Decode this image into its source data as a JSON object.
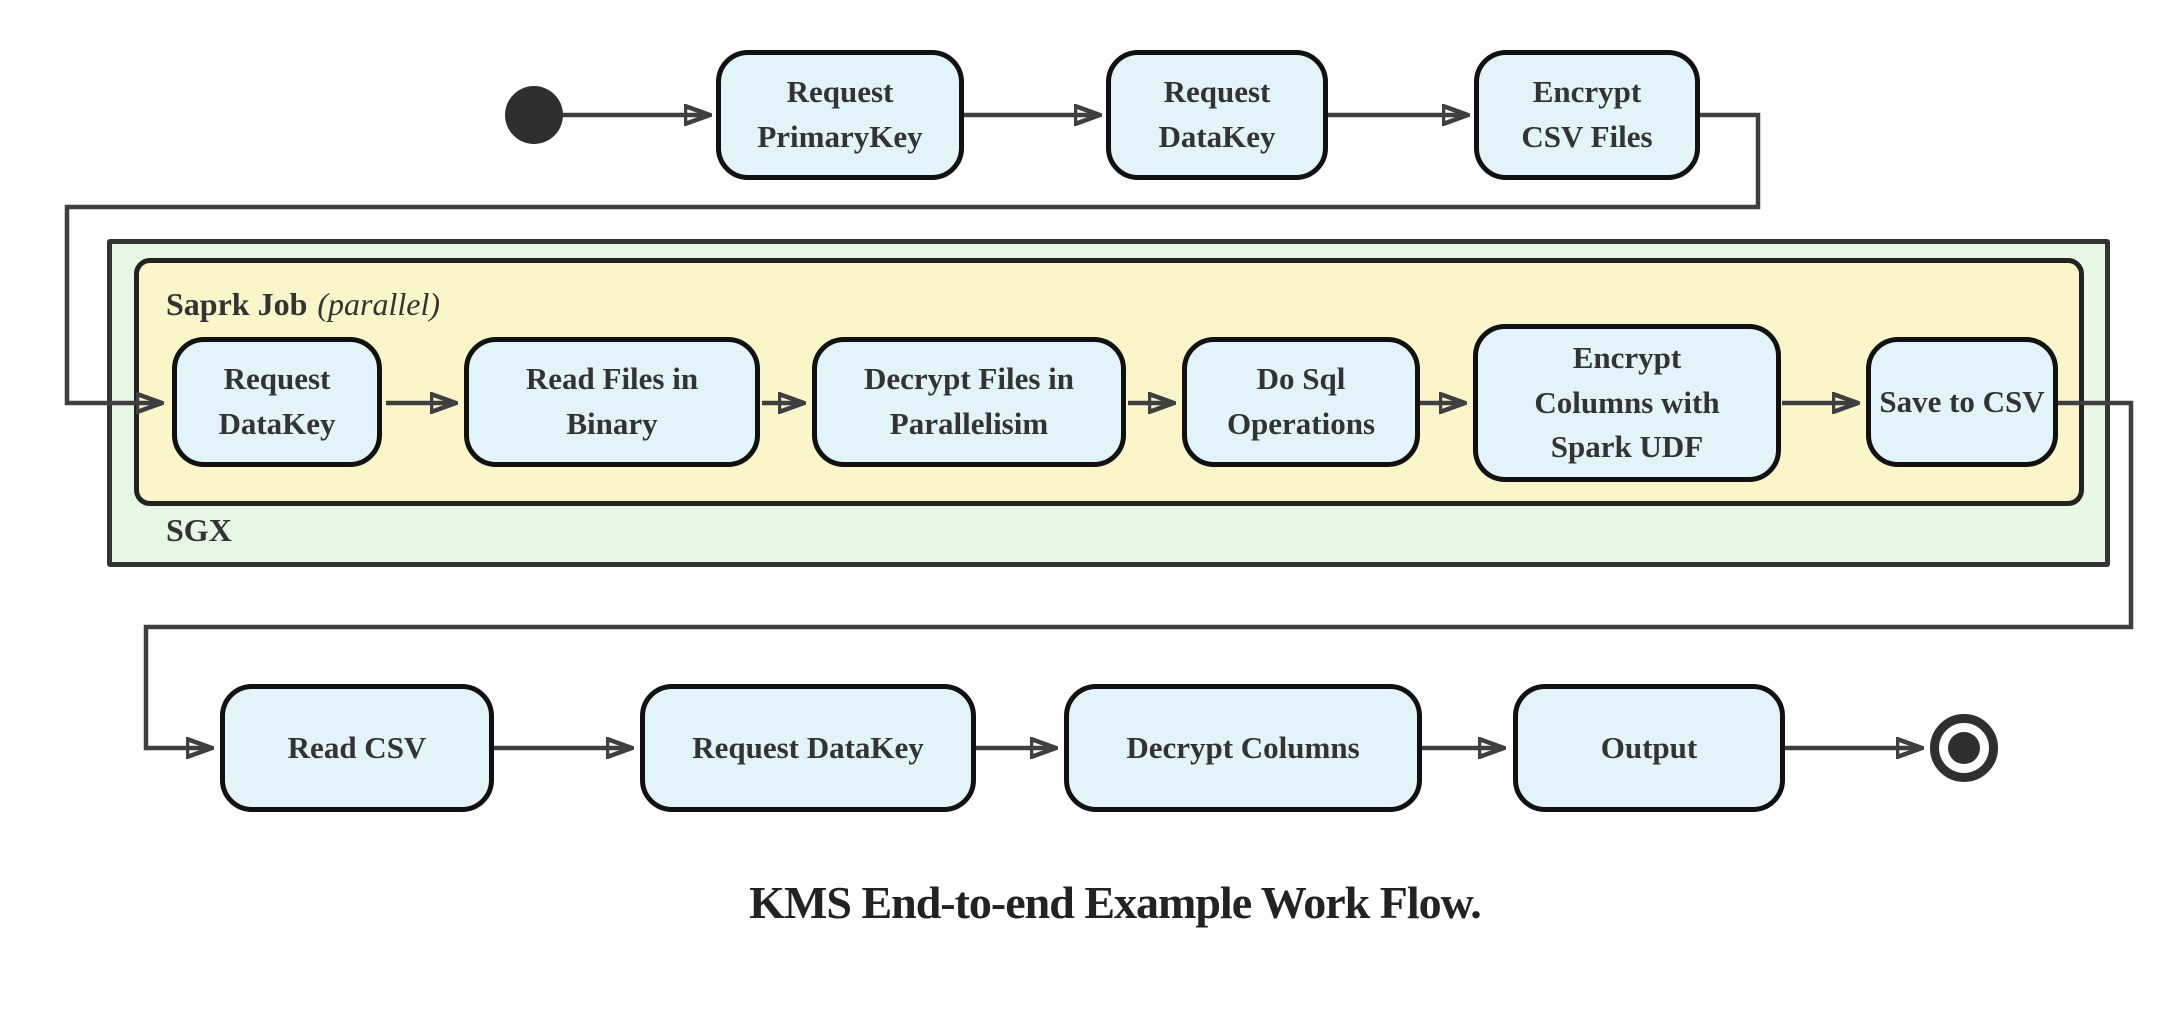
{
  "title": "KMS End-to-end Example Work Flow.",
  "colors": {
    "node_fill": "#e2f4f9",
    "node_border": "#111111",
    "container_green_fill": "#e6f8e4",
    "container_yellow_fill": "#fbf5ca",
    "edge": "#3f3f3f",
    "text": "#333333"
  },
  "containers": {
    "sgx": {
      "label": "SGX"
    },
    "spark_job": {
      "label": "Saprk Job",
      "annotation": "(parallel)"
    }
  },
  "nodes": {
    "top": [
      "Request\nPrimaryKey",
      "Request\nDataKey",
      "Encrypt\nCSV Files"
    ],
    "sgx": [
      "Request\nDataKey",
      "Read Files in\nBinary",
      "Decrypt Files in\nParallelisim",
      "Do Sql\nOperations",
      "Encrypt\nColumns with\nSpark UDF",
      "Save to CSV"
    ],
    "bottom": [
      "Read CSV",
      "Request DataKey",
      "Decrypt Columns",
      "Output"
    ]
  }
}
